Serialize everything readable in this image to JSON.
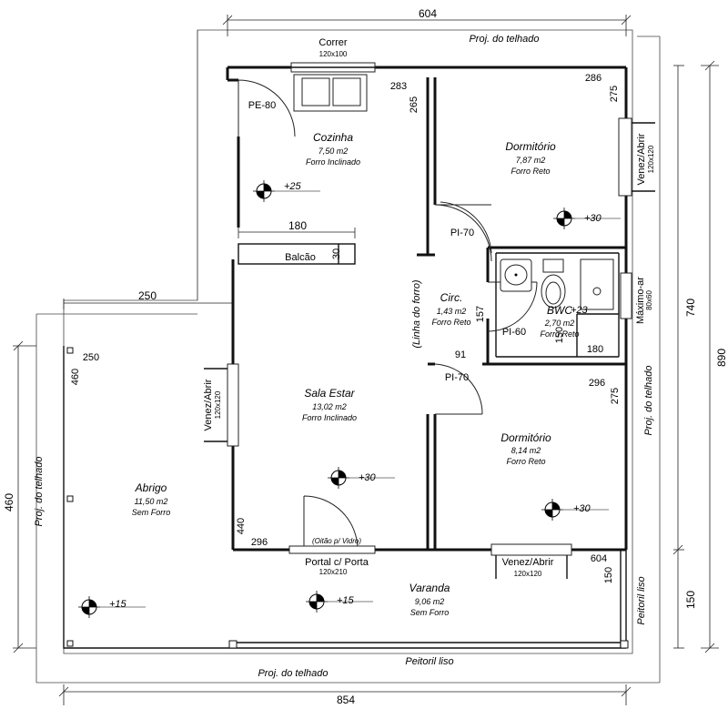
{
  "dimensions": {
    "top_width": "604",
    "bottom_width": "854",
    "right_total": "890",
    "right_upper": "740",
    "right_lower": "150",
    "left_height": "460",
    "abrigo_top": "250",
    "abrigo_inner_width": "250",
    "abrigo_inner_height": "460",
    "d283": "283",
    "d265": "265",
    "d286": "286",
    "d275_top": "275",
    "d180_balcao": "180",
    "d30": "30",
    "d157": "157",
    "d91": "91",
    "d150_bwc": "150",
    "d180_bwc": "180",
    "d296_right": "296",
    "d275_mid": "275",
    "d440": "440",
    "d296_left": "296",
    "d604_small": "604",
    "d150_varanda": "150"
  },
  "rooms": {
    "cozinha": {
      "name": "Cozinha",
      "area": "7,50 m2",
      "finish": "Forro Inclinado"
    },
    "dormitorio1": {
      "name": "Dormitório",
      "area": "7,87 m2",
      "finish": "Forro Reto"
    },
    "circ": {
      "name": "Circ.",
      "area": "1,43 m2",
      "finish": "Forro Reto"
    },
    "bwc": {
      "name": "BWC",
      "area": "2,70 m2",
      "finish": "Forro Reto"
    },
    "sala": {
      "name": "Sala Estar",
      "area": "13,02 m2",
      "finish": "Forro Inclinado"
    },
    "dormitorio2": {
      "name": "Dormitório",
      "area": "8,14 m2",
      "finish": "Forro Reto"
    },
    "abrigo": {
      "name": "Abrigo",
      "area": "11,50 m2",
      "finish": "Sem Forro"
    },
    "varanda": {
      "name": "Varanda",
      "area": "9,06 m2",
      "finish": "Sem Forro"
    }
  },
  "openings": {
    "correr": {
      "name": "Correr",
      "size": "120x100"
    },
    "pe80": "PE-80",
    "pi70_top": "PI-70",
    "pi60": "PI-60",
    "pi70_bottom": "PI-70",
    "venez_right": {
      "name": "Venez/Abrir",
      "size": "120x120"
    },
    "maximo_ar": {
      "name": "Máximo-ar",
      "size": "80x60"
    },
    "venez_left": {
      "name": "Venez/Abrir",
      "size": "120x120"
    },
    "venez_bottom": {
      "name": "Venez/Abrir",
      "size": "120x120"
    },
    "portal": {
      "name": "Portal c/ Porta",
      "size": "120x210"
    },
    "oitao": "(Oitão p/ Vidro)"
  },
  "labels": {
    "balcao": "Balcão",
    "linha_forro": "(Linha do forro)",
    "proj_top": "Proj. do telhado",
    "proj_left": "Proj. do telhado",
    "proj_right": "Proj. do telhado",
    "proj_bottom": "Proj. do telhado",
    "peitoril_bottom": "Peitoril liso",
    "peitoril_right": "Peitoril liso"
  },
  "levels": {
    "cozinha": "+25",
    "dorm1": "+30",
    "bwc": "+23",
    "sala": "+30",
    "dorm2": "+30",
    "abrigo": "+15",
    "varanda": "+15"
  }
}
